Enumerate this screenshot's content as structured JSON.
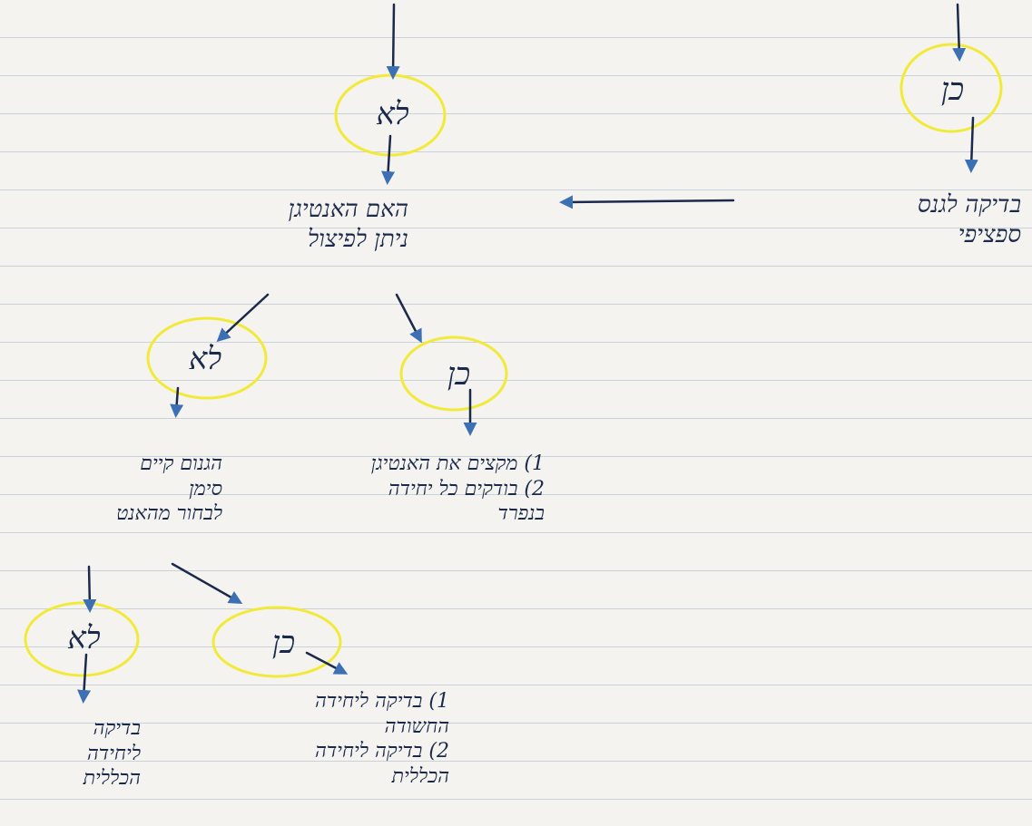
{
  "colors": {
    "ink": "#1b2a4a",
    "arrow_blue": "#3c6fb4",
    "highlight_yellow": "#f2ea3a",
    "paper": "#f4f3ef",
    "rule_line": "#c9d2da"
  },
  "nodes": {
    "no_top": "לא",
    "yes_top": "כן",
    "specific_check": "בדיקה לגנס\nספציפי",
    "decision_antigen": "האם האנטיגן\nניתן לפיצול",
    "no_mid": "לא",
    "yes_mid": "כן",
    "yes_mid_steps": "1) מקצים את האנטיגן\n2) בודקים כל יחידה\nבנפרד",
    "decision_marker": "הגנום קיים\nסימן\nלבחור מהאנט",
    "no_bottom": "לא",
    "yes_bottom": "כן",
    "no_bottom_result": "בדיקה\nליחידה\nהכללית",
    "yes_bottom_steps": "1) בדיקה ליחידה\nהחשודה\n2) בדיקה ליחידה\nהכללית"
  }
}
